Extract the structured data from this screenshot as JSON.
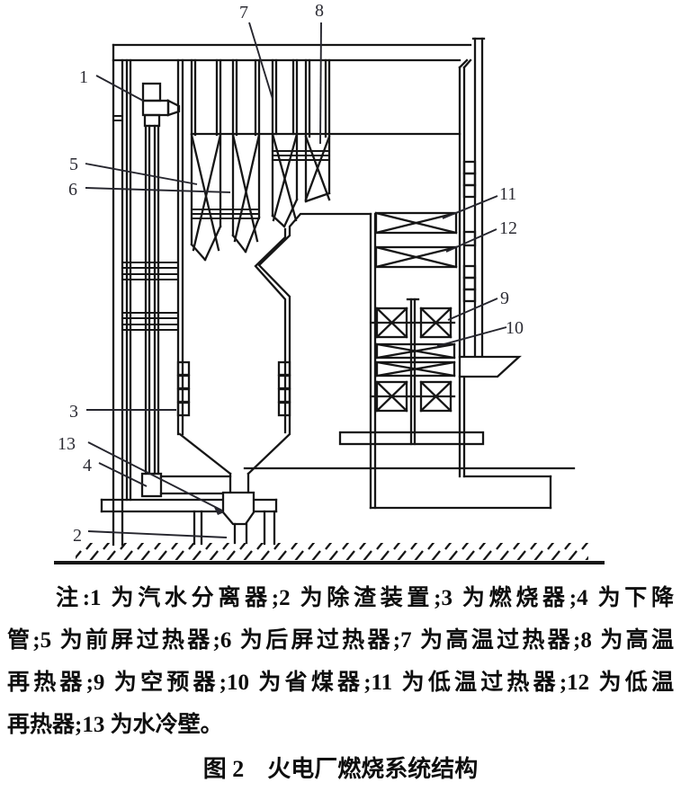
{
  "figure": {
    "kind": "boiler-combustion-system-line-diagram",
    "diagram_labels": [
      "1",
      "5",
      "6",
      "7",
      "8",
      "11",
      "12",
      "9",
      "10",
      "3",
      "13",
      "4",
      "2"
    ],
    "legend": [
      {
        "num": "1",
        "name": "汽水分离器"
      },
      {
        "num": "2",
        "name": "除渣装置"
      },
      {
        "num": "3",
        "name": "燃烧器"
      },
      {
        "num": "4",
        "name": "下降管"
      },
      {
        "num": "5",
        "name": "前屏过热器"
      },
      {
        "num": "6",
        "name": "后屏过热器"
      },
      {
        "num": "7",
        "name": "高温过热器"
      },
      {
        "num": "8",
        "name": "高温再热器"
      },
      {
        "num": "9",
        "name": "空预器"
      },
      {
        "num": "10",
        "name": "省煤器"
      },
      {
        "num": "11",
        "name": "低温过热器"
      },
      {
        "num": "12",
        "name": "低温再热器"
      },
      {
        "num": "13",
        "name": "水冷壁"
      }
    ],
    "note_lines": [
      "注:1 为汽水分离器;2 为除渣装置;3 为燃烧器;4 为下降",
      "管;5 为前屏过热器;6 为后屏过热器;7 为高温过热器;8 为高温",
      "再热器;9 为空预器;10 为省煤器;11 为低温过热器;12 为低温",
      "再热器;13 为水冷壁。"
    ],
    "title": "图 2　火电厂燃烧系统结构",
    "colors": {
      "ink": "#161616",
      "background": "#ffffff",
      "label_ink": "#2c2c34"
    }
  }
}
